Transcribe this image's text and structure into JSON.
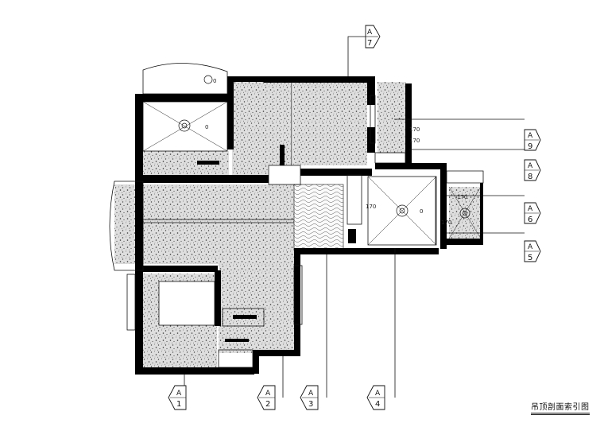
{
  "drawing": {
    "caption": "吊顶剖面索引图",
    "section_prefix": "A",
    "dim_label": "170",
    "zero_label": "0"
  },
  "markers": [
    {
      "id": "7",
      "label": "A",
      "number": "7"
    },
    {
      "id": "9",
      "label": "A",
      "number": "9"
    },
    {
      "id": "8",
      "label": "A",
      "number": "8"
    },
    {
      "id": "6",
      "label": "A",
      "number": "6"
    },
    {
      "id": "5",
      "label": "A",
      "number": "5"
    },
    {
      "id": "1",
      "label": "A",
      "number": "1"
    },
    {
      "id": "2",
      "label": "A",
      "number": "2"
    },
    {
      "id": "3",
      "label": "A",
      "number": "3"
    },
    {
      "id": "4",
      "label": "A",
      "number": "4"
    }
  ],
  "colors": {
    "wall": "#000000",
    "line": "#111111",
    "speckle": "#bdbdbd",
    "paper": "#ffffff"
  }
}
